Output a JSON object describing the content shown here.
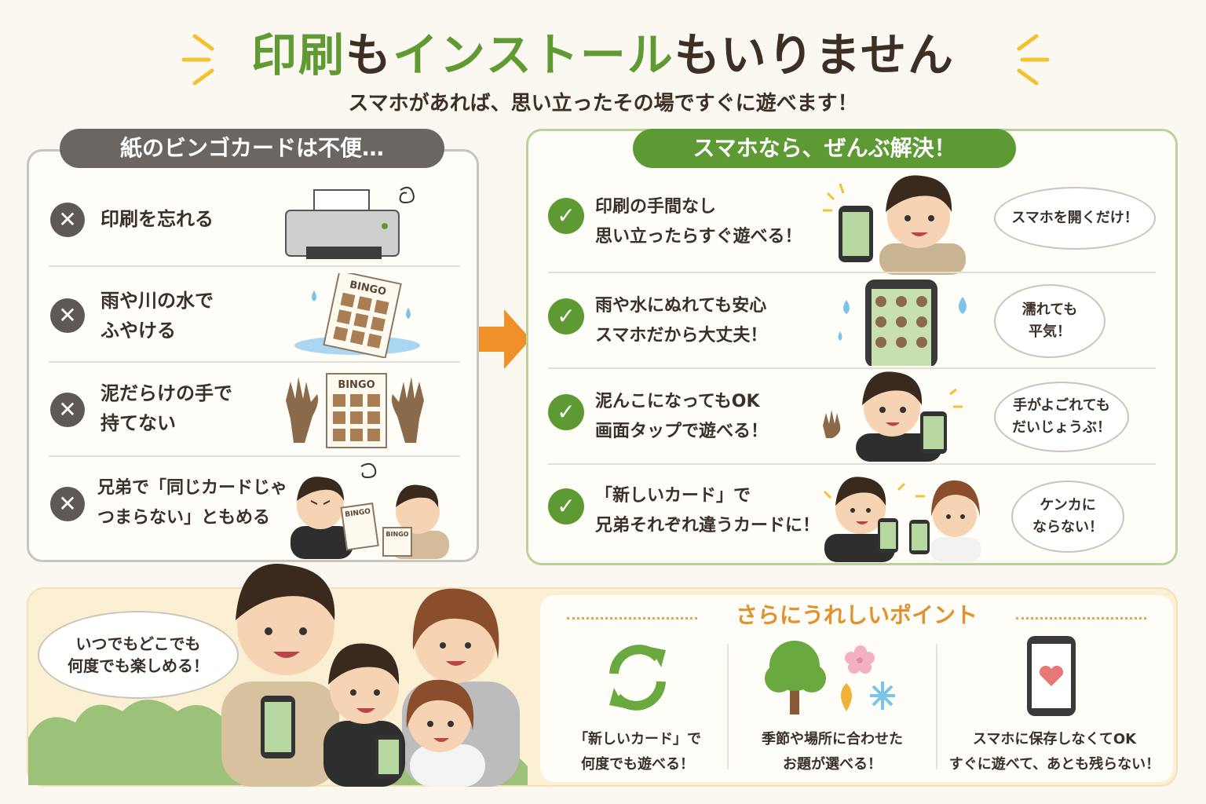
{
  "header": {
    "title_part1": "印刷",
    "title_part2": "も",
    "title_part3": "インストール",
    "title_part4": "もいりません",
    "subtitle": "スマホがあれば、思い立ったその場ですぐに遊べます！"
  },
  "left": {
    "heading": "紙のビンゴカードは不便…",
    "items": [
      {
        "line1": "印刷を忘れる",
        "line2": ""
      },
      {
        "line1": "雨や川の水で",
        "line2": "ふやける"
      },
      {
        "line1": "泥だらけの手で",
        "line2": "持てない"
      },
      {
        "line1": "兄弟で「同じカードじゃ",
        "line2": "つまらない」ともめる"
      }
    ],
    "bingo_label": "BINGO"
  },
  "right": {
    "heading": "スマホなら、ぜんぶ解決！",
    "items": [
      {
        "line1": "印刷の手間なし",
        "line2": "思い立ったらすぐ遊べる！",
        "bubble1": "スマホを開くだけ！",
        "bubble2": ""
      },
      {
        "line1": "雨や水にぬれても安心",
        "line2": "スマホだから大丈夫！",
        "bubble1": "濡れても",
        "bubble2": "平気！"
      },
      {
        "line1": "泥んこになってもOK",
        "line2": "画面タップで遊べる！",
        "bubble1": "手がよごれても",
        "bubble2": "だいじょうぶ！"
      },
      {
        "line1": "「新しいカード」で",
        "line2": "兄弟それぞれ違うカードに！",
        "bubble1": "ケンカに",
        "bubble2": "ならない！"
      }
    ]
  },
  "bottom": {
    "family_bubble_line1": "いつでもどこでも",
    "family_bubble_line2": "何度でも楽しめる！",
    "points_title": "さらにうれしいポイント",
    "points": [
      {
        "icon": "refresh-icon",
        "line1": "「新しいカード」で",
        "line2": "何度でも遊べる！"
      },
      {
        "icon": "seasons-icon",
        "line1": "季節や場所に合わせた",
        "line2": "お題が選べる！"
      },
      {
        "icon": "phone-heart-icon",
        "line1": "スマホに保存しなくてOK",
        "line2": "すぐに遊べて、あとも残らない！"
      }
    ]
  },
  "colors": {
    "green": "#5e9a33",
    "gray": "#6b6662",
    "orange": "#e0922e",
    "brown": "#3e2f24"
  }
}
